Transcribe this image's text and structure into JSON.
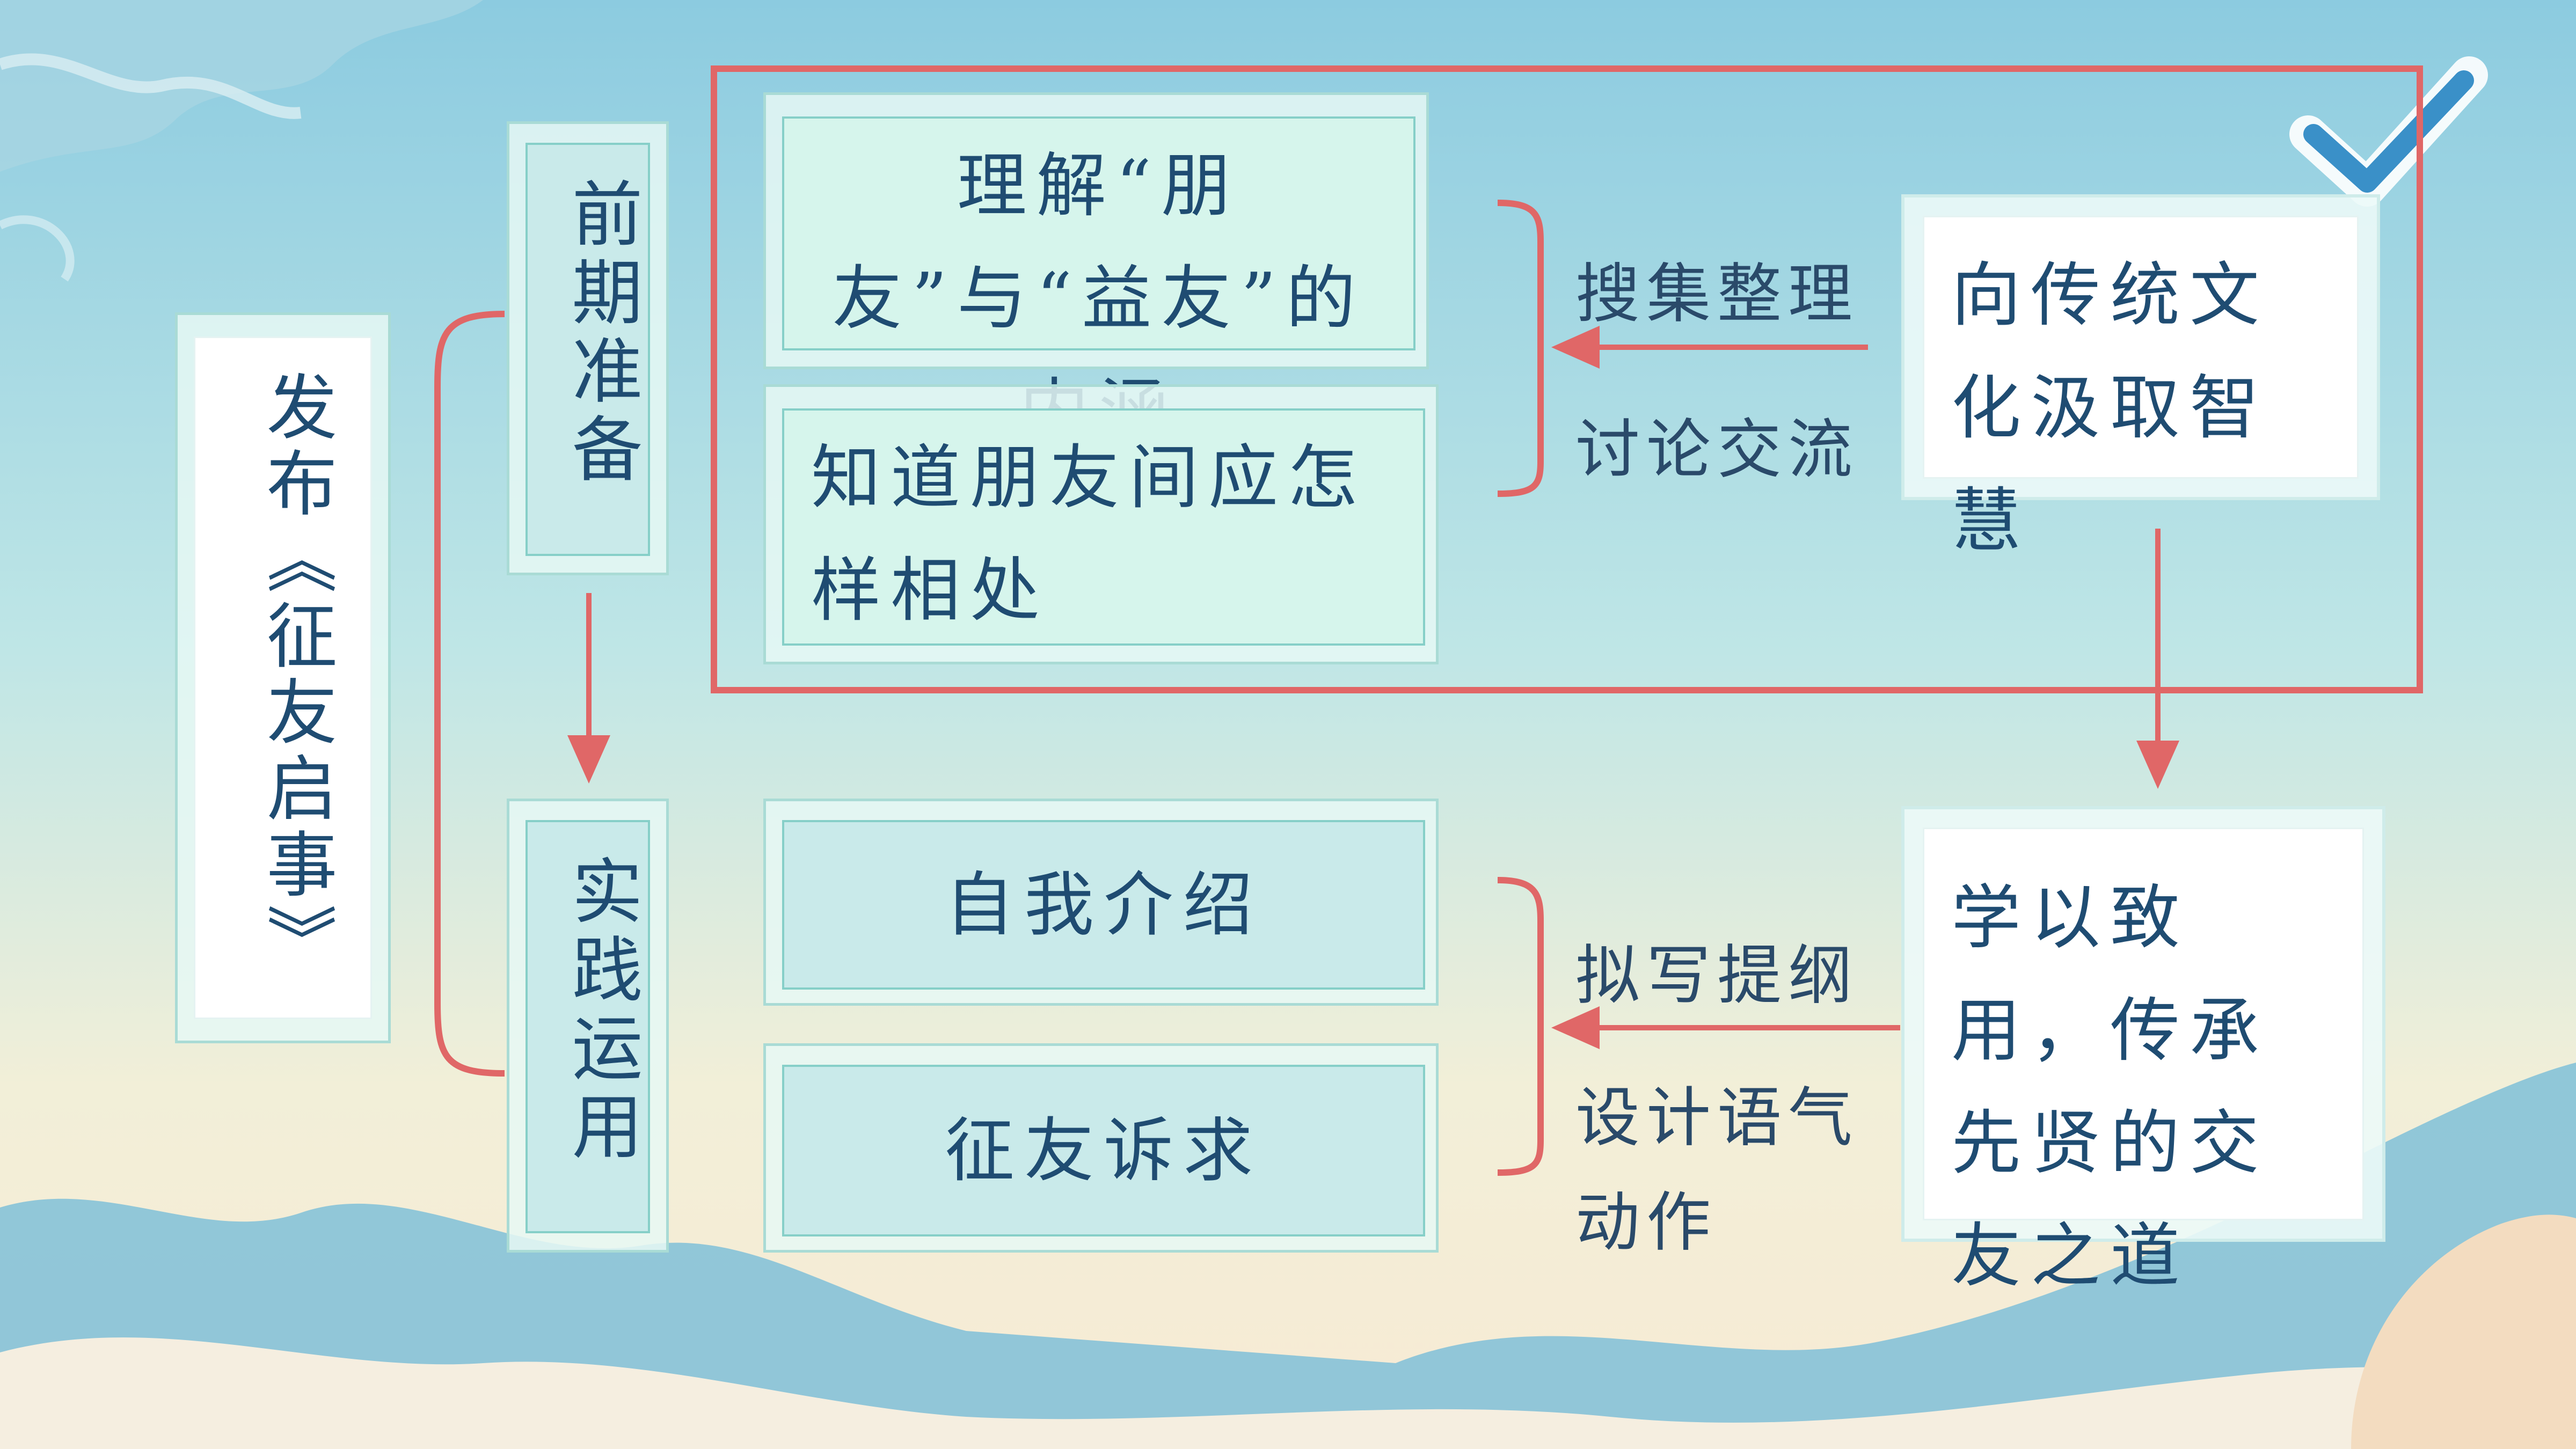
{
  "title": "发布《征友启事》",
  "phases": {
    "prep": "前期准备",
    "practice": "实践运用"
  },
  "prep_items": [
    "理解“朋友”与“益友”的内涵",
    "知道朋友间应怎样相处"
  ],
  "practice_items": [
    "自我介绍",
    "征友诉求"
  ],
  "wisdom": {
    "source": "向传统文化汲取智慧",
    "apply": "学以致用，传承先贤的交友之道"
  },
  "methods_prep": [
    "搜集整理",
    "讨论交流"
  ],
  "methods_practice": [
    "拟写提纲",
    "设计语气",
    "动作"
  ],
  "colors": {
    "accent_red": "#e06767",
    "text_blue": "#1f4c72",
    "box_border": "#86cfc8"
  }
}
